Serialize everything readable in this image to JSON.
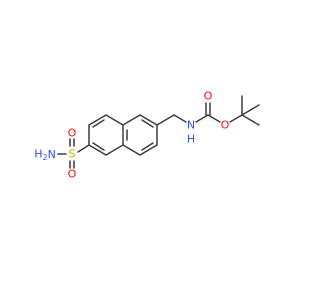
{
  "molecule": {
    "atoms": {
      "o_carbonyl": {
        "text": "O",
        "color": "#ff0d0d"
      },
      "o_ester": {
        "text": "O",
        "color": "#ff0d0d"
      },
      "n_amide": {
        "text": "N",
        "color": "#3050f8"
      },
      "h_amide": {
        "text": "H",
        "color": "#3050f8"
      },
      "s": {
        "text": "S",
        "color": "#b4b400"
      },
      "o_s_top": {
        "text": "O",
        "color": "#ff0d0d"
      },
      "o_s_bottom": {
        "text": "O",
        "color": "#ff0d0d"
      },
      "nh2_n": {
        "text": "H2N",
        "color": "#3050f8"
      }
    },
    "bond_color": "#3c3c3c"
  }
}
